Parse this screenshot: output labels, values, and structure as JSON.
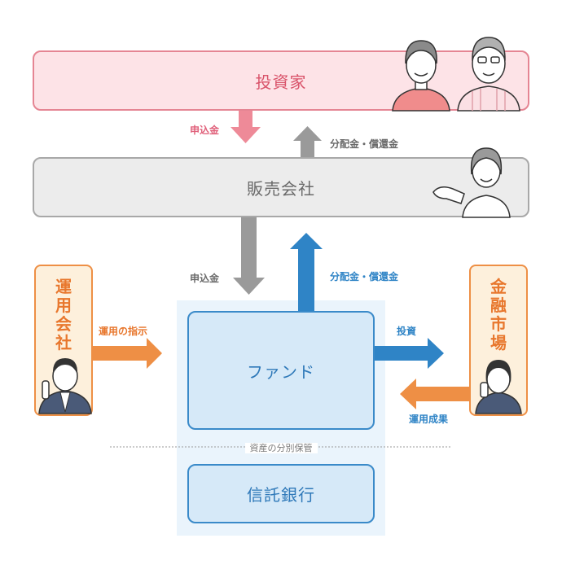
{
  "investor": {
    "label": "投資家"
  },
  "seller": {
    "label": "販売会社"
  },
  "fund": {
    "label": "ファンド"
  },
  "bank": {
    "label": "信託銀行"
  },
  "manager": {
    "chars": [
      "運",
      "用",
      "会",
      "社"
    ]
  },
  "market": {
    "chars": [
      "金",
      "融",
      "市",
      "場"
    ]
  },
  "arrows": {
    "subscription_top": "申込金",
    "distribution_top": "分配金・償還金",
    "subscription_mid": "申込金",
    "distribution_mid": "分配金・償還金",
    "instruction": "運用の指示",
    "investment": "投資",
    "result": "運用成果"
  },
  "separator": {
    "label": "資産の分別保管"
  },
  "colors": {
    "pink": "#e58593",
    "gray": "#a8a8a8",
    "blue": "#3a8ac9",
    "orange": "#ee8f45"
  }
}
